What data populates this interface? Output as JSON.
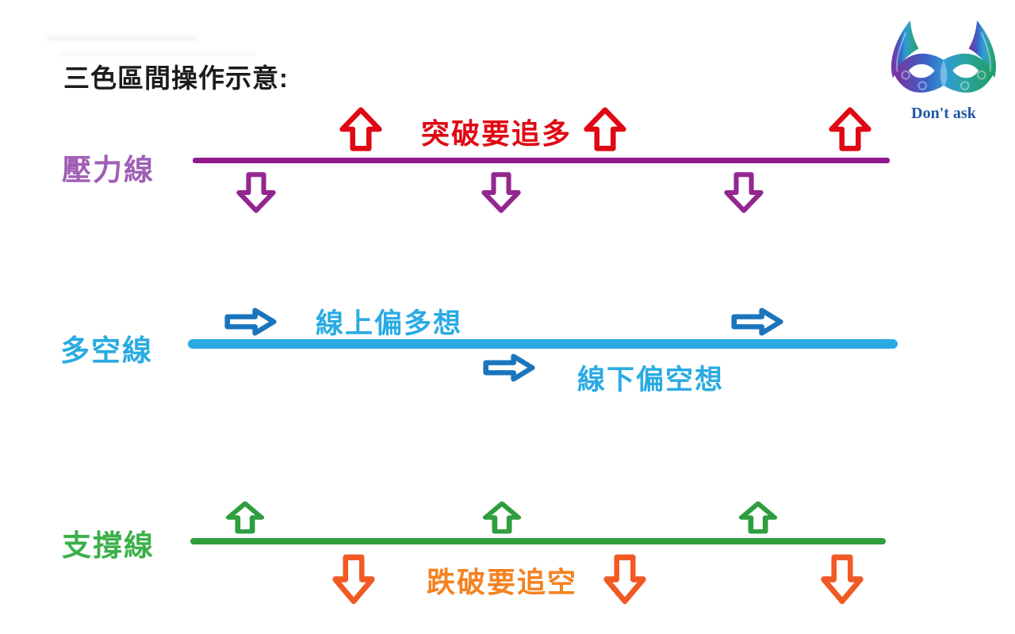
{
  "title": "三色區間操作示意:",
  "logo": {
    "caption": "Don't ask",
    "icon": "masquerade-mask",
    "gradient": [
      "#7e2f9e",
      "#3b62c4",
      "#2e9bd6",
      "#1e9e62"
    ],
    "caption_color": "#2356a8"
  },
  "rows": [
    {
      "label": "壓力線",
      "label_color": "#a05eb5",
      "line_color": "#92188f",
      "above_text": "突破要追多",
      "above_text_color": "#e00813",
      "up_arrow_color": "#e00813",
      "down_arrow_color": "#92278f"
    },
    {
      "label": "多空線",
      "label_color": "#29abe2",
      "line_color": "#29abe2",
      "above_text": "線上偏多想",
      "below_text": "線下偏空想",
      "text_color": "#29abe2",
      "arrow_color": "#1b75bc"
    },
    {
      "label": "支撐線",
      "label_color": "#3bb04a",
      "line_color": "#2e9e3e",
      "up_arrow_color": "#2e9e3e",
      "below_text": "跌破要追空",
      "below_text_color": "#f58220",
      "down_arrow_color": "#f15a24"
    }
  ]
}
